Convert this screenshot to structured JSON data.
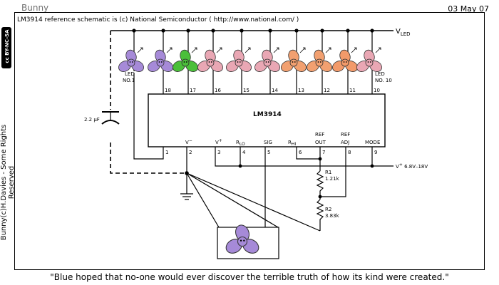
{
  "page": {
    "title": "Bunny",
    "date": "03 May 07",
    "credit": "LM3914 reference schematic is (c) National Semiconductor ( http://www.national.com/ )",
    "side_text": "Bunny(c)H.Davies - Some Rights Reserved",
    "license_badge": "cc BY-NC-SA",
    "caption": "\"Blue hoped that no-one would ever discover the terrible truth of how its kind were created.\""
  },
  "schematic": {
    "chip": "LM3914",
    "vled": "V",
    "vled_sub": "LED",
    "vplus": "V",
    "vplus_range": "6.8V–18V",
    "capacitor": "2.2 µF",
    "led_first": "LED",
    "led_first_no": "NO.1",
    "led_last": "LED",
    "led_last_no": "NO. 10",
    "r1_name": "R1",
    "r1_value": "1.21k",
    "r2_name": "R2",
    "r2_value": "3.83k",
    "top_pins": [
      "18",
      "17",
      "16",
      "15",
      "14",
      "13",
      "12",
      "11",
      "10"
    ],
    "bottom_pins": [
      "1",
      "2",
      "3",
      "4",
      "5",
      "6",
      "7",
      "8",
      "9"
    ],
    "pin_labels": {
      "p2": "V",
      "p3": "V",
      "p4": "R",
      "p4_sub": "LO",
      "p5": "SIG",
      "p6": "R",
      "p6_sub": "HI",
      "p7a": "REF",
      "p7b": "OUT",
      "p8a": "REF",
      "p8b": "ADJ",
      "p9": "MODE"
    },
    "flower_colors": [
      "#a68ad8",
      "#a68ad8",
      "#4bbf3a",
      "#e9a7b4",
      "#e9a7b4",
      "#e9a7b4",
      "#f2a070",
      "#f2a070",
      "#f29a6a",
      "#e9a7b4"
    ],
    "blob_color": "#a68ad8"
  }
}
